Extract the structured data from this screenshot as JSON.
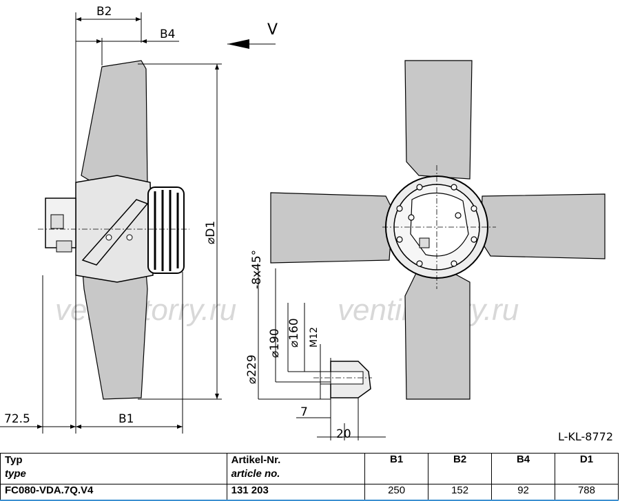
{
  "watermark": "ventilatorry.ru",
  "drawing_number": "L-KL-8772",
  "view_label": "V",
  "dims": {
    "b2": "B2",
    "b4": "B4",
    "b1": "B1",
    "d1": "⌀D1",
    "offset": "72.5",
    "holes": "-8x45°",
    "d229": "⌀229",
    "d190": "⌀190",
    "d160": "⌀160",
    "m12": "M12",
    "seven": "7",
    "twenty": "20"
  },
  "table": {
    "headers": {
      "typ": "Typ",
      "type": "type",
      "artikel": "Artikel-Nr.",
      "article": "article no.",
      "b1": "B1",
      "b2": "B2",
      "b4": "B4",
      "d1": "D1"
    },
    "row": {
      "typ": "FC080-VDA.7Q.V4",
      "article": "131 203",
      "b1": "250",
      "b2": "152",
      "b4": "92",
      "d1": "788"
    }
  }
}
